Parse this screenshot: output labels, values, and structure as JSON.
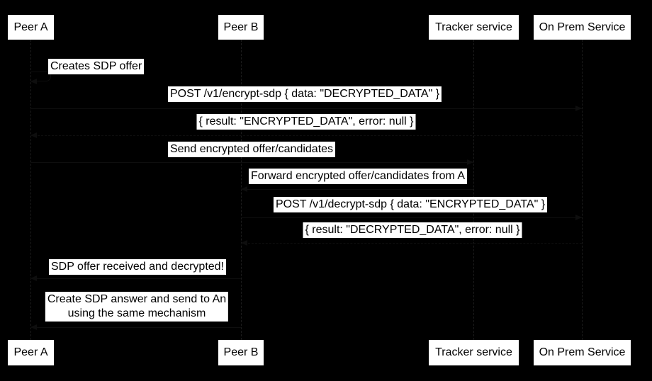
{
  "diagram": {
    "type": "sequence-diagram",
    "colors": {
      "canvas": "#000000",
      "actor_fill": "#ffffff",
      "label_fill": "#ffffff",
      "text": "#000000"
    },
    "actors": [
      {
        "id": "peer-a",
        "label": "Peer A"
      },
      {
        "id": "peer-b",
        "label": "Peer B"
      },
      {
        "id": "tracker-service",
        "label": "Tracker service"
      },
      {
        "id": "on-prem-service",
        "label": "On Prem Service"
      }
    ],
    "messages": [
      {
        "from": "peer-a",
        "to": "peer-a",
        "kind": "self",
        "label": "Creates SDP offer"
      },
      {
        "from": "peer-a",
        "to": "on-prem-service",
        "kind": "solid",
        "label": "POST /v1/encrypt-sdp { data: \"DECRYPTED_DATA\" }"
      },
      {
        "from": "on-prem-service",
        "to": "peer-a",
        "kind": "reply",
        "label": "{ result: \"ENCRYPTED_DATA\", error: null }"
      },
      {
        "from": "peer-a",
        "to": "tracker-service",
        "kind": "solid",
        "label": "Send encrypted offer/candidates"
      },
      {
        "from": "tracker-service",
        "to": "peer-b",
        "kind": "solid",
        "label": "Forward encrypted offer/candidates from A"
      },
      {
        "from": "peer-b",
        "to": "on-prem-service",
        "kind": "solid",
        "label": "POST /v1/decrypt-sdp { data: \"ENCRYPTED_DATA\" }"
      },
      {
        "from": "on-prem-service",
        "to": "peer-b",
        "kind": "reply",
        "label": "{ result: \"DECRYPTED_DATA\", error: null }"
      },
      {
        "from": "peer-b",
        "to": "peer-a",
        "kind": "solid",
        "label": "SDP offer received and decrypted!"
      },
      {
        "from": "peer-b",
        "to": "peer-a",
        "kind": "solid",
        "label": "Create SDP answer and send to An using the same mechanism",
        "lines": [
          "Create SDP answer and send to An",
          "using the same mechanism"
        ]
      }
    ]
  }
}
